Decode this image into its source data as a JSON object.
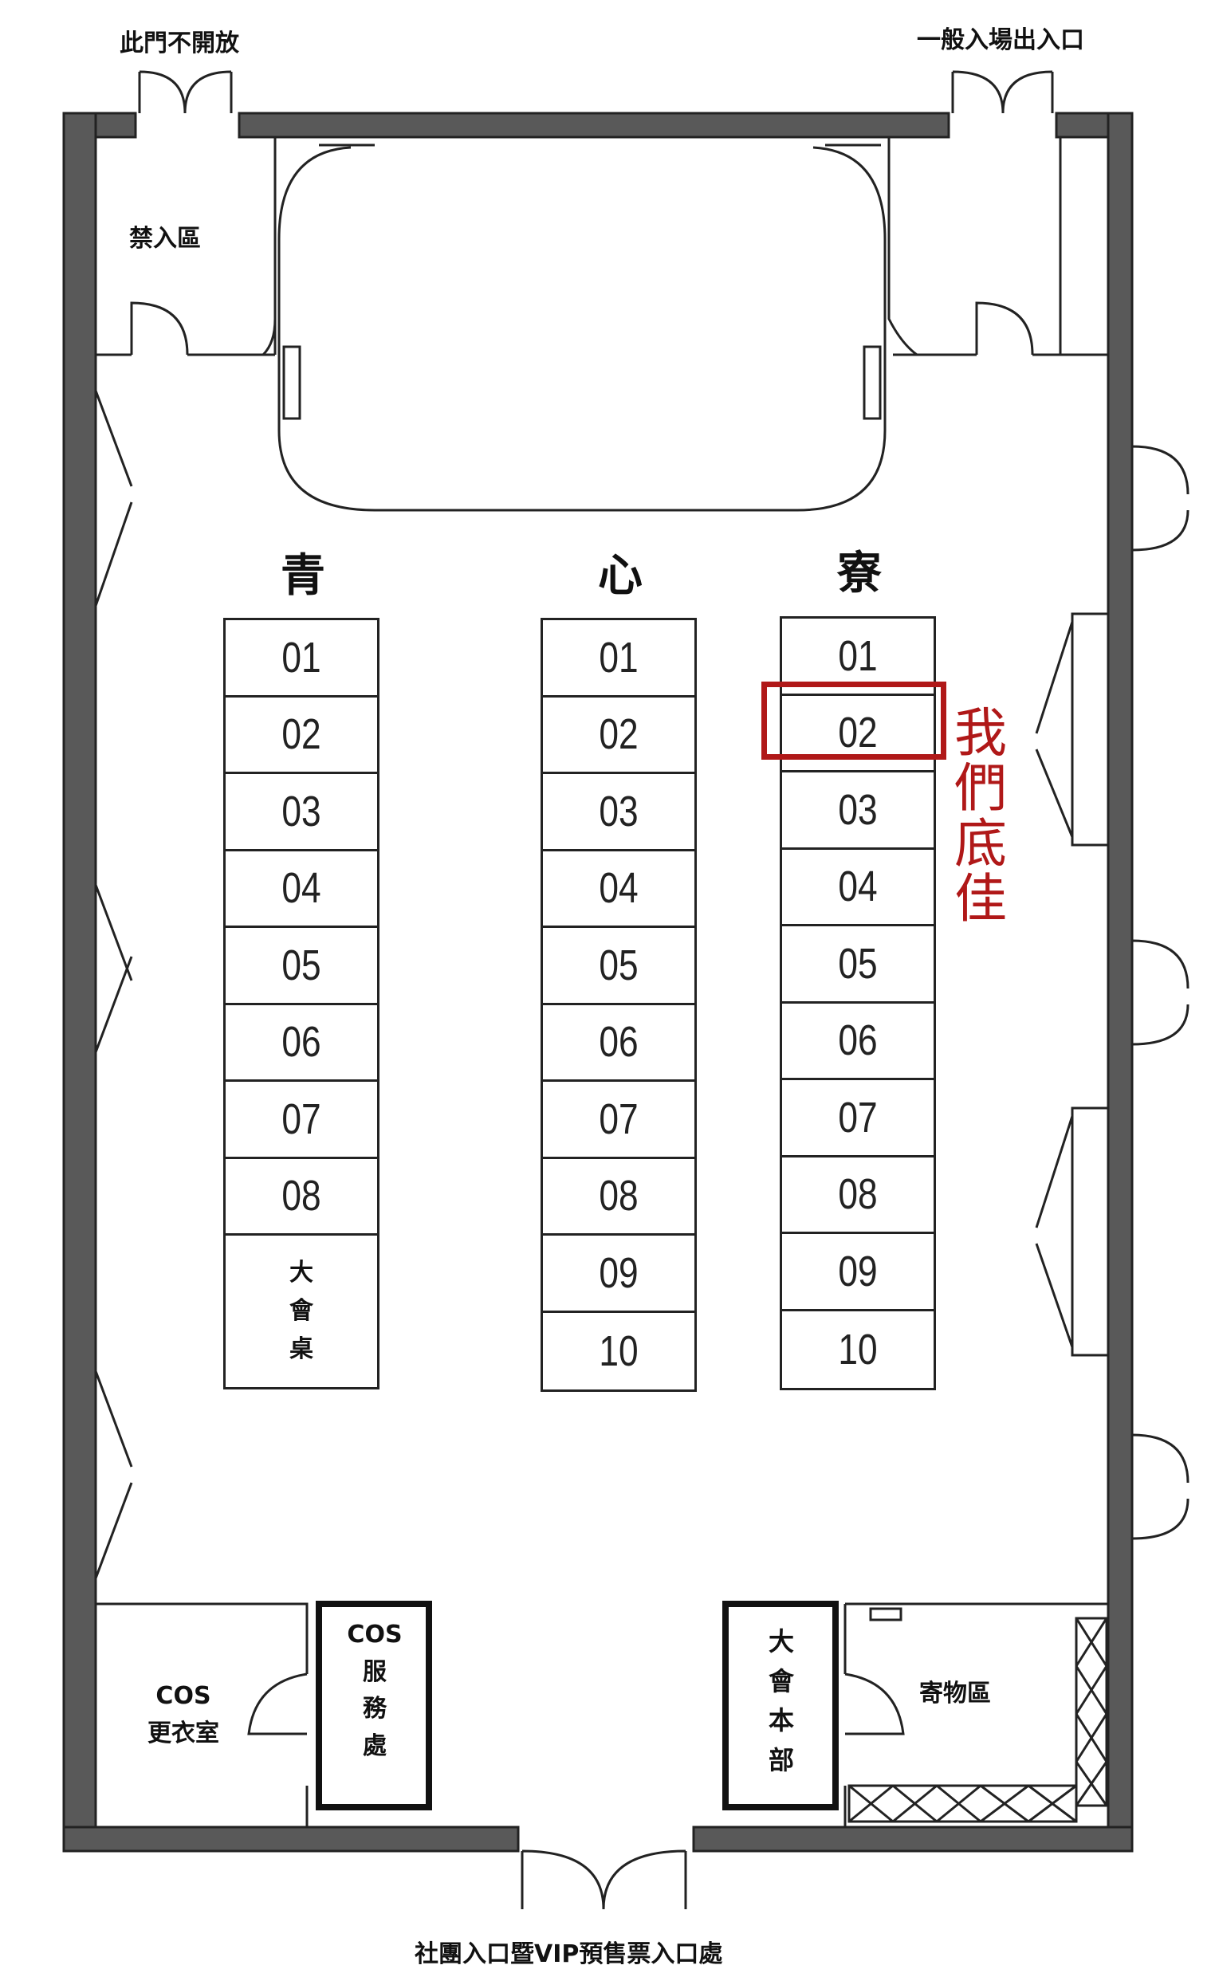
{
  "labels": {
    "door_closed": "此門不開放",
    "entrance_exit": "一般入場出入口",
    "restricted_area": "禁入區",
    "bottom_entrance": "社團入口暨VIP預售票入口處",
    "cos_room_1": "COS",
    "cos_room_2": "更衣室",
    "cos_service": [
      "COS",
      "服",
      "務",
      "處"
    ],
    "hq": [
      "大",
      "會",
      "本",
      "部"
    ],
    "storage": "寄物區"
  },
  "columns": [
    {
      "header": "青",
      "booths": [
        "01",
        "02",
        "03",
        "04",
        "05",
        "06",
        "07",
        "08"
      ],
      "tail": [
        "大",
        "會",
        "桌"
      ]
    },
    {
      "header": "心",
      "booths": [
        "01",
        "02",
        "03",
        "04",
        "05",
        "06",
        "07",
        "08",
        "09",
        "10"
      ],
      "tail": []
    },
    {
      "header": "寮",
      "booths": [
        "01",
        "02",
        "03",
        "04",
        "05",
        "06",
        "07",
        "08",
        "09",
        "10"
      ],
      "tail": []
    }
  ],
  "highlight": {
    "column": 3,
    "booth": "02",
    "note": [
      "我",
      "們",
      "底",
      "佳"
    ],
    "color": "#b01818"
  }
}
